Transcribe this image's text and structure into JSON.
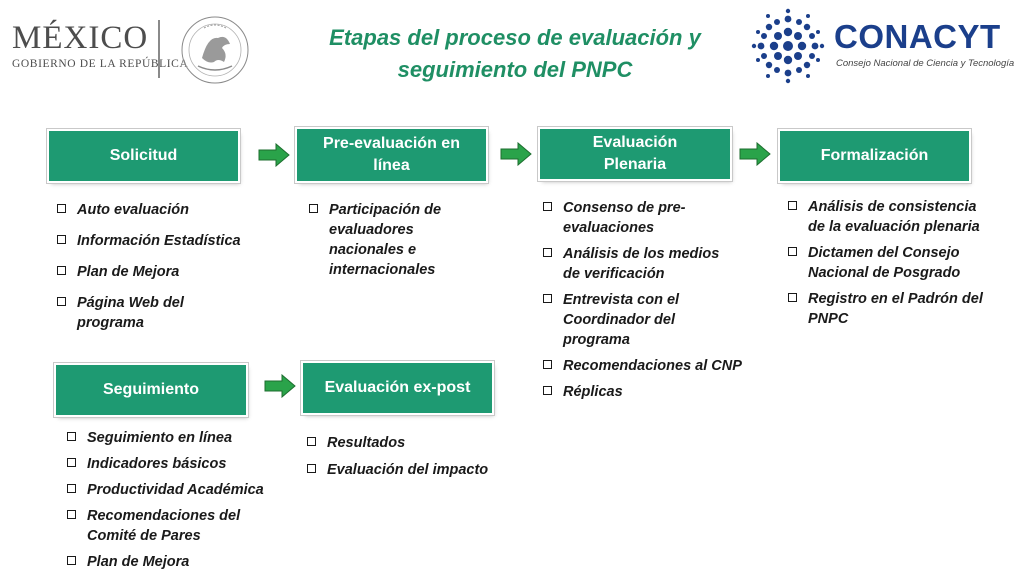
{
  "header": {
    "mexico_word": "MÉXICO",
    "mexico_sub": "GOBIERNO DE LA REPÚBLICA",
    "title_line1": "Etapas del proceso de evaluación y",
    "title_line2": "seguimiento del PNPC",
    "conacyt_word": "CONACYT",
    "conacyt_sub": "Consejo Nacional de Ciencia y Tecnología"
  },
  "colors": {
    "stage_fill": "#1e9a72",
    "title_green": "#1f8f64",
    "arrow_green": "#2aa34a",
    "conacyt_blue": "#1b3f8b"
  },
  "stages": {
    "solicitud": {
      "label": "Solicitud",
      "items": [
        "Auto evaluación",
        "Información Estadística",
        "Plan de Mejora",
        "Página Web del programa"
      ]
    },
    "preevaluacion": {
      "label_line1": "Pre-evaluación en",
      "label_line2": "línea",
      "items": [
        "Participación de evaluadores nacionales e internacionales"
      ]
    },
    "plenaria": {
      "label_line1": "Evaluación",
      "label_line2": "Plenaria",
      "items": [
        "Consenso de pre-evaluaciones",
        "Análisis de los medios de verificación",
        "Entrevista con el Coordinador del programa",
        "Recomendaciones al CNP",
        "Réplicas"
      ]
    },
    "formalizacion": {
      "label": "Formalización",
      "items": [
        "Análisis de consistencia de la evaluación plenaria",
        "Dictamen del Consejo Nacional de Posgrado",
        "Registro en el Padrón del PNPC"
      ]
    },
    "seguimiento": {
      "label": "Seguimiento",
      "items": [
        "Seguimiento en línea",
        "Indicadores básicos",
        "Productividad Académica",
        "Recomendaciones del Comité de Pares",
        "Plan de Mejora"
      ]
    },
    "expost": {
      "label": "Evaluación ex-post",
      "items": [
        "Resultados",
        "Evaluación del impacto"
      ]
    }
  }
}
